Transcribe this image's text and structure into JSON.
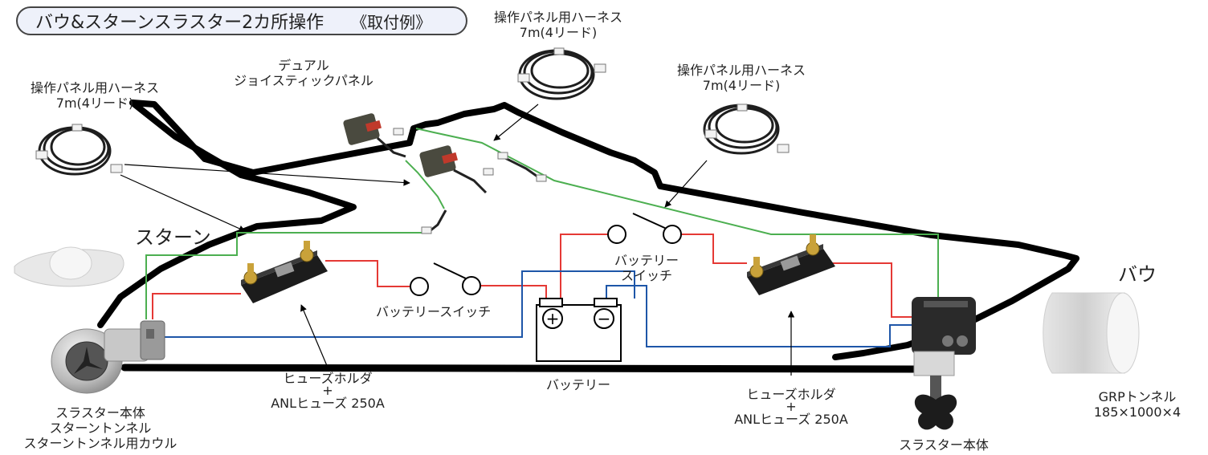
{
  "title": {
    "main": "バウ&スターンスラスター2カ所操作",
    "note": "《取付例》"
  },
  "labels": {
    "harness_left": [
      "操作パネル用ハーネス",
      "7m(4リード)"
    ],
    "harness_top": [
      "操作パネル用ハーネス",
      "7m(4リード)"
    ],
    "harness_right": [
      "操作パネル用ハーネス",
      "7m(4リード)"
    ],
    "dual_panel": [
      "デュアル",
      "ジョイスティックパネル"
    ],
    "stern": "スターン",
    "bow": "バウ",
    "battery_switch_left": "バッテリースイッチ",
    "battery_switch_right": [
      "バッテリー",
      "スイッチ"
    ],
    "battery": "バッテリー",
    "fuse_left": [
      "ヒューズホルダ",
      "+",
      "ANLヒューズ 250A"
    ],
    "fuse_right": [
      "ヒューズホルダ",
      "+",
      "ANLヒューズ 250A"
    ],
    "thruster_stern": [
      "スラスター本体",
      "スターントンネル",
      "スターントンネル用カウル"
    ],
    "thruster_bow": "スラスター本体",
    "grp_tunnel": [
      "GRPトンネル",
      "185×1000×4"
    ]
  },
  "symbols": {
    "plus": "+",
    "minus": "−"
  },
  "colors": {
    "hull": "#000000",
    "wire_positive": "#e53935",
    "wire_negative": "#1e56a8",
    "wire_control": "#4caf50",
    "title_fill": "#eef1fa"
  }
}
